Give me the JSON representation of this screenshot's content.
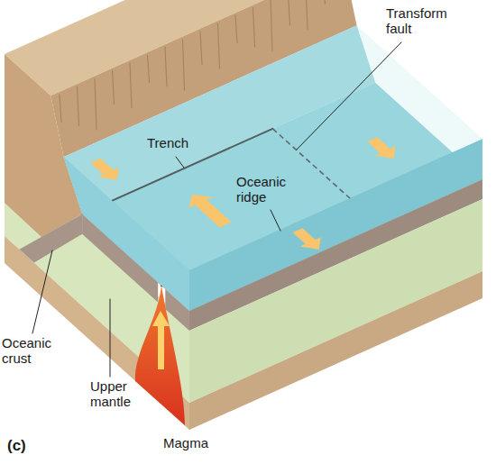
{
  "diagram": {
    "labels": [
      "Transform fault",
      "Trench",
      "Oceanic ridge",
      "Oceanic crust",
      "Upper mantle",
      "Magma",
      "(c)"
    ]
  }
}
